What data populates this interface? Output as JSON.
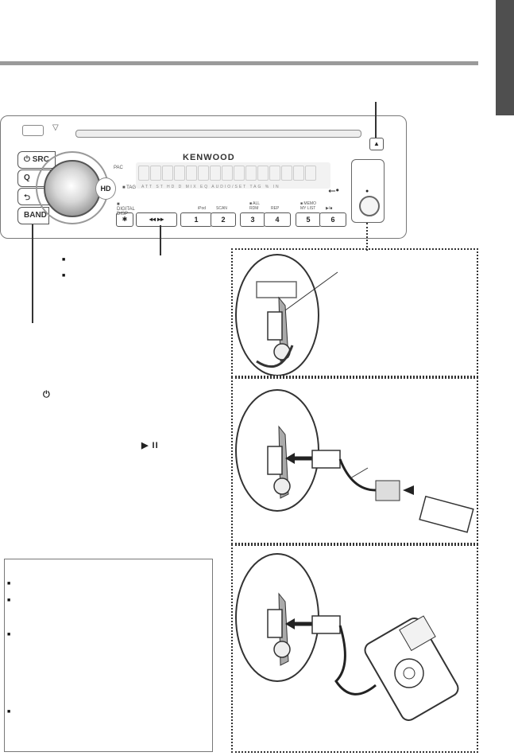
{
  "header": {
    "side_tab": ""
  },
  "faceplate": {
    "brand": "KENWOOD",
    "buttons": {
      "src": "⏻ SRC",
      "search": "Q",
      "back": "⮌",
      "band": "BAND",
      "hd": "HD",
      "pac": "PAC",
      "tag": "■ TAG",
      "digital_disp": "■ DIGITAL DISP",
      "star": "✱",
      "prev_next": "◂◂  ▸▸",
      "eject": "▲"
    },
    "lcd_indicators": "ATT ST HD D MIX EQ AUDIO/SET TAG % IN",
    "presets": [
      {
        "num": "1",
        "label": "iPod"
      },
      {
        "num": "2",
        "label": "SCAN"
      },
      {
        "num": "3",
        "label": "■ ALL RDM"
      },
      {
        "num": "4",
        "label": "REP"
      },
      {
        "num": "5",
        "label": "■ MEMO MY LIST"
      },
      {
        "num": "6",
        "label": "▶/■"
      }
    ]
  },
  "callout_text": {
    "bullet1": "■",
    "bullet2": "■",
    "power": "⏻",
    "play_pause": "▶ II"
  },
  "notes_box": {
    "bullets": [
      "■",
      "■",
      "■",
      "■"
    ]
  }
}
